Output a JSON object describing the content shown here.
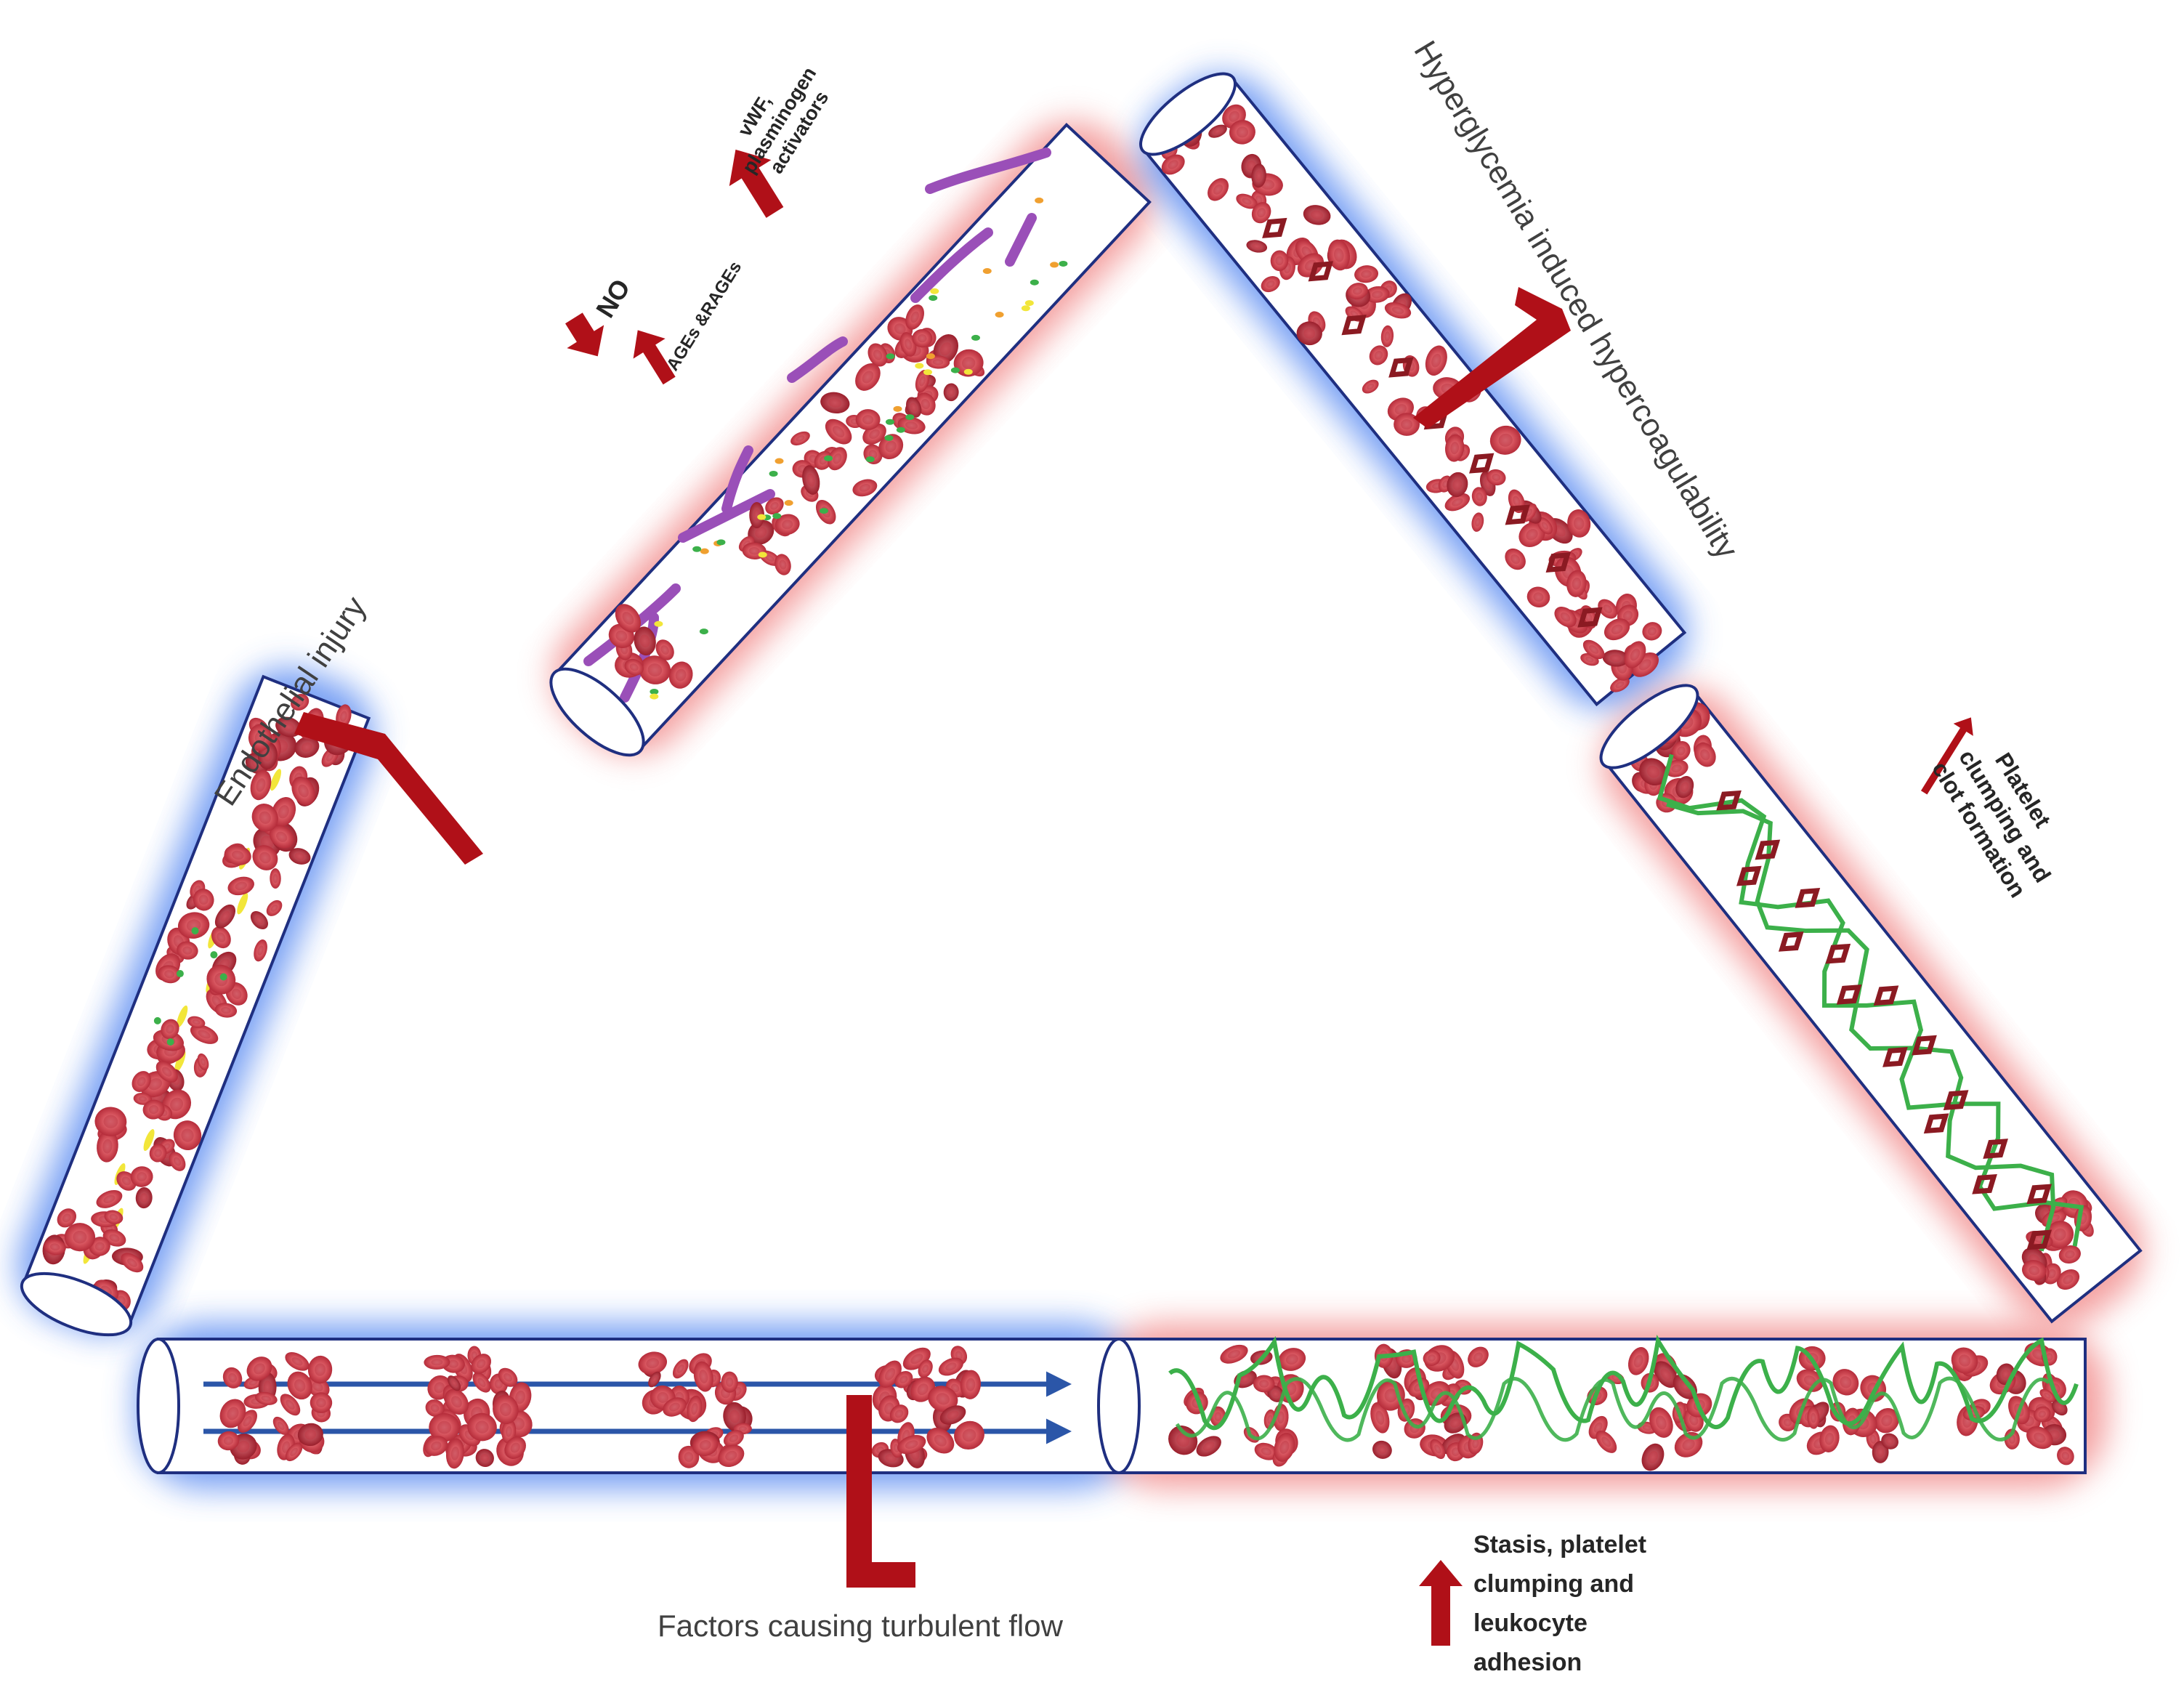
{
  "colors": {
    "blue_glow": "#4a7ff0",
    "red_glow": "#f08080",
    "vessel_outline": "#1f2f80",
    "rbc": "#d4505a",
    "rbc_dark": "#b83040",
    "arrow_red": "#b01018",
    "flow_arrow": "#2b56a8",
    "fibrin_green": "#3cb04a",
    "purple": "#9a4fb8",
    "yellow": "#f2e63a",
    "clot_dark": "#8b1a22"
  },
  "labels": {
    "endothelial": "Endothelial injury",
    "hyperglycemia": "Hyperglycemia induced hypercoagulability",
    "turbulent": "Factors causing turbulent flow",
    "no": "NO",
    "ages": "AGEs &RAGEs",
    "vwf_1": "vWF,",
    "vwf_2": "plasminogen",
    "vwf_3": "activators",
    "platelet_1": "Platelet",
    "platelet_2": "clumping and",
    "platelet_3": "clot formation",
    "stasis_1": "Stasis, platelet",
    "stasis_2": "clumping and",
    "stasis_3": "leukocyte",
    "stasis_4": "adhesion"
  },
  "icons": {
    "red_bracket": "bracket-arrow-icon",
    "up_arrow": "up-arrow-icon",
    "down_arrow": "down-arrow-icon",
    "flow_arrow": "flow-arrow-icon",
    "red_blood_cell": "rbc-icon"
  }
}
